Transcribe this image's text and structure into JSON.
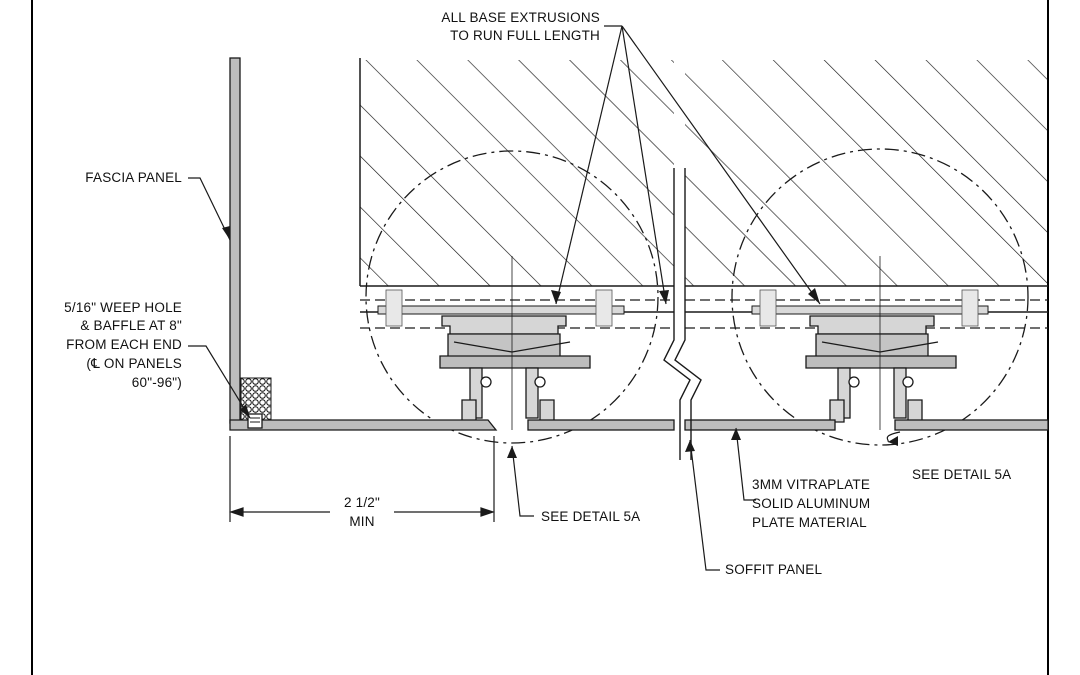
{
  "labels": {
    "all_base_line1": "ALL BASE EXTRUSIONS",
    "all_base_line2": "TO RUN FULL LENGTH",
    "fascia_panel": "FASCIA PANEL",
    "weep_line1": "5/16\" WEEP HOLE",
    "weep_line2": "& BAFFLE AT 8\"",
    "weep_line3": "FROM EACH END",
    "weep_line4": "(℄ ON PANELS",
    "weep_line5": "60\"-96\")",
    "dim_value": "2 1/2\"",
    "dim_min": "MIN",
    "see_detail_left": "SEE DETAIL 5A",
    "see_detail_right": "SEE DETAIL 5A",
    "vitraplate_line1": "3MM VITRAPLATE",
    "vitraplate_line2": "SOLID ALUMINUM",
    "vitraplate_line3": "PLATE MATERIAL",
    "soffit_panel": "SOFFIT PANEL"
  },
  "colors": {
    "line": "#1a1a1a",
    "panel_fill": "#bdbdbd",
    "frame": "#000000"
  }
}
